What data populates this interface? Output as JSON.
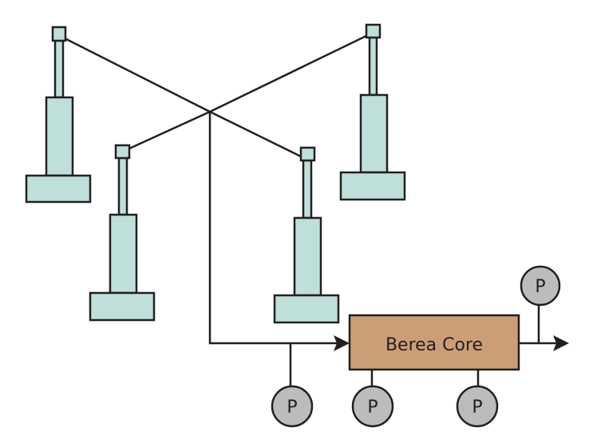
{
  "diagram": {
    "core": {
      "label": "Berea Core",
      "color": "#cc9e77"
    },
    "pumps": [
      {
        "id": "pump-1"
      },
      {
        "id": "pump-2"
      },
      {
        "id": "pump-3"
      },
      {
        "id": "pump-4"
      }
    ],
    "pump_color": "#bfdfdb",
    "gauges": [
      {
        "id": "gauge-inlet",
        "label": "P"
      },
      {
        "id": "gauge-core-inlet",
        "label": "P"
      },
      {
        "id": "gauge-core-outlet",
        "label": "P"
      },
      {
        "id": "gauge-outlet",
        "label": "P"
      }
    ],
    "gauge_color": "#bcbcbc"
  }
}
